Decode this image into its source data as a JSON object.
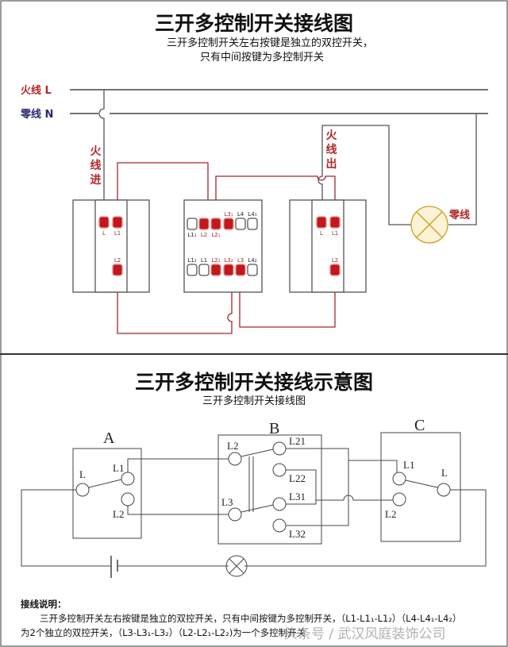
{
  "top": {
    "title": "三开多控制开关接线图",
    "subtitle_line1": "三开多控制开关左右按键是独立的双控开关，",
    "subtitle_line2": "只有中间按键为多控制开关",
    "live_label": "火线 L",
    "neutral_label": "零线 N",
    "fire_in": "火线进",
    "fire_out": "火线出",
    "lamp_neutral": "零线",
    "terminals_left": [
      "L",
      "L1",
      "L2"
    ],
    "terminals_mid_top": [
      "L1₁",
      "L2",
      "L2₁",
      "L3₁",
      "L4",
      "L4₁"
    ],
    "terminals_mid_bottom": [
      "L1₂",
      "L1",
      "L2₂",
      "L3₂",
      "L3",
      "L4₂"
    ],
    "terminals_right": [
      "L",
      "L1",
      "L2"
    ]
  },
  "bottom": {
    "title": "三开多控制开关接线示意图",
    "subtitle": "三开多控制开关接线图",
    "switch_a": {
      "name": "A",
      "labels": [
        "L",
        "L1",
        "L2"
      ]
    },
    "switch_b": {
      "name": "B",
      "labels": [
        "L2",
        "L3",
        "L21",
        "L22",
        "L31",
        "L32"
      ]
    },
    "switch_c": {
      "name": "C",
      "labels": [
        "L1",
        "L",
        "L2"
      ]
    }
  },
  "note": {
    "heading": "接线说明：",
    "line1": "三开多控制开关左右按键是独立的双控开关，只有中间按键为多控制开关，（L1-L1₁-L1₂）（L4-L4₁-L4₂）",
    "line2": "为2个独立的双控开关，（L3-L3₁-L3₂）（L2-L2₁-L2₂)为一个多控制开关"
  },
  "watermark": "头条号 / 武汉风庭装饰公司",
  "colors": {
    "wire_red": "#a0282c",
    "terminal_red": "#c0181c",
    "line": "#333333"
  }
}
